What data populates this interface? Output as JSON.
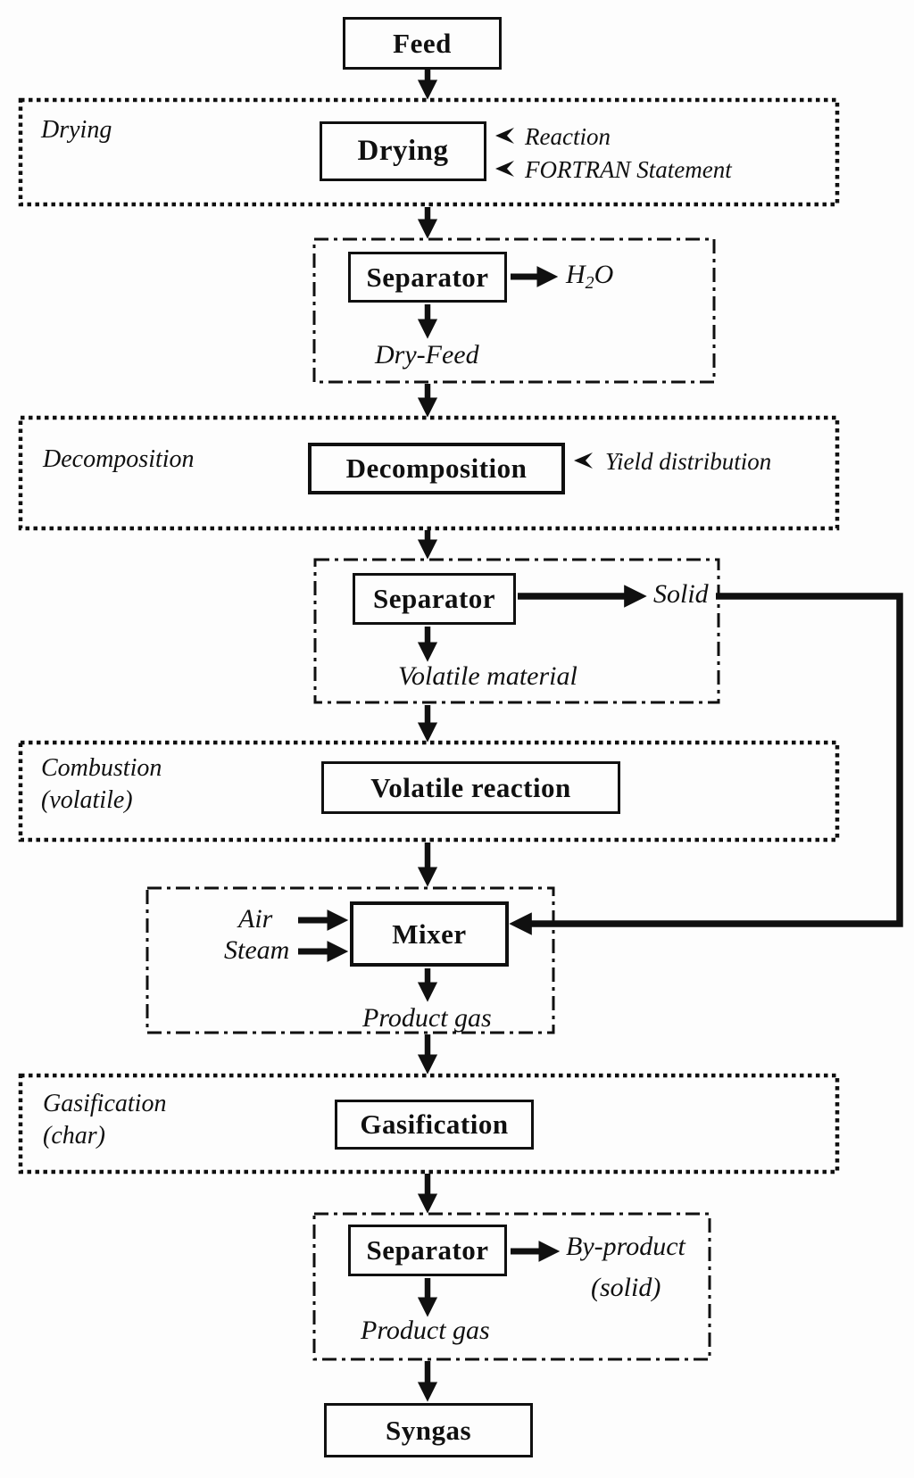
{
  "colors": {
    "ink": "#101010",
    "paper": "#fdfdfd"
  },
  "icons": {
    "annotation_marker": "left-pointing-arrowhead"
  },
  "flowchart": {
    "feed": {
      "label": "Feed"
    },
    "drying": {
      "region_label": "Drying",
      "block": "Drying",
      "annotations": [
        "Reaction",
        "FORTRAN Statement"
      ],
      "separator": "Separator",
      "water_stream": {
        "base": "H",
        "subscript": "2",
        "tail": "O"
      },
      "out_stream": "Dry-Feed"
    },
    "decomposition": {
      "region_label": "Decomposition",
      "block": "Decomposition",
      "annotation": "Yield distribution",
      "separator": "Separator",
      "side_stream": "Solid",
      "out_stream": "Volatile material"
    },
    "combustion": {
      "region_label": "Combustion",
      "region_sublabel": "(volatile)",
      "block": "Volatile reaction"
    },
    "mixer": {
      "block": "Mixer",
      "inlet1": "Air",
      "inlet2": "Steam",
      "out_stream": "Product gas"
    },
    "gasification": {
      "region_label": "Gasification",
      "region_sublabel": "(char)",
      "block": "Gasification",
      "separator": "Separator",
      "side_stream": "By-product",
      "side_stream_sub": "(solid)",
      "out_stream": "Product gas"
    },
    "syngas": {
      "label": "Syngas"
    }
  }
}
